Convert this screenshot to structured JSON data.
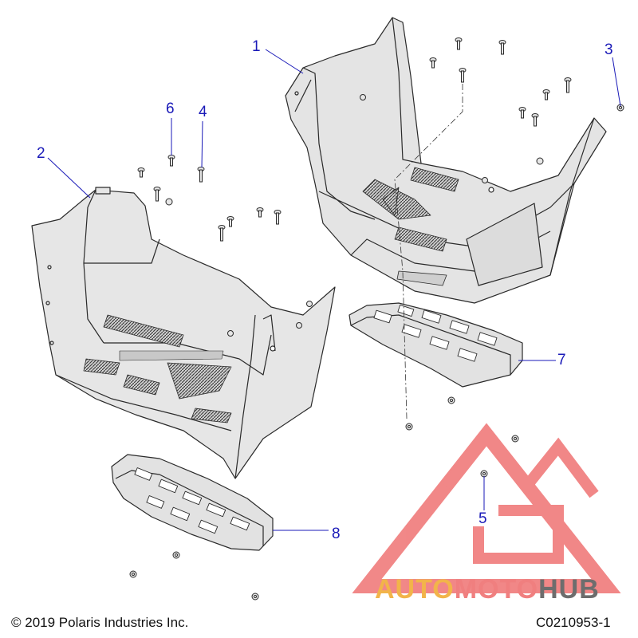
{
  "callouts": [
    {
      "num": "1"
    },
    {
      "num": "2"
    },
    {
      "num": "3"
    },
    {
      "num": "4"
    },
    {
      "num": "5"
    },
    {
      "num": "6"
    },
    {
      "num": "7"
    },
    {
      "num": "8"
    }
  ],
  "footer": {
    "copyright": "© 2019 Polaris Industries Inc.",
    "code": "C0210953-1"
  },
  "watermark": {
    "word_part1": "AUTO",
    "word_part2": "MOTO",
    "word_part3": "HUB",
    "colors": {
      "part1": "#f2b44a",
      "part2": "#f07f7f",
      "part3": "#6d6d6d",
      "logo": "#ef7373"
    }
  },
  "colors": {
    "line": "#2a2a2a",
    "fill": "#e6e6e6",
    "callout_leader": "#1a1ab8"
  }
}
